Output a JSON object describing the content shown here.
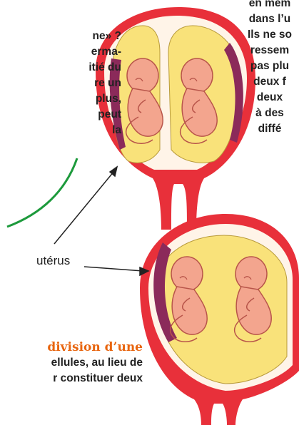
{
  "left_text": {
    "lines": [
      "ne» ?",
      "erma-",
      "itié du"
    ],
    "lines2": [
      "re un",
      "plus,",
      "peut",
      "la"
    ]
  },
  "right_text": {
    "lines": [
      "en mêm",
      "dans l’u",
      "Ils ne so",
      "ressem",
      "pas plu",
      "deux f",
      "deux",
      "à des",
      "diffé"
    ]
  },
  "uterus_label": "utérus",
  "bottom_text": {
    "title": "division d’une",
    "lines": [
      "ellules, au lieu de",
      "r constituer deux"
    ]
  },
  "colors": {
    "uterus_wall": "#e8303a",
    "amniotic_fluid": "#f9e27a",
    "placenta": "#8b2a5a",
    "fetus_skin": "#f3a58e",
    "circle_outline": "#1d9a3c",
    "accent_orange": "#e8650f"
  }
}
